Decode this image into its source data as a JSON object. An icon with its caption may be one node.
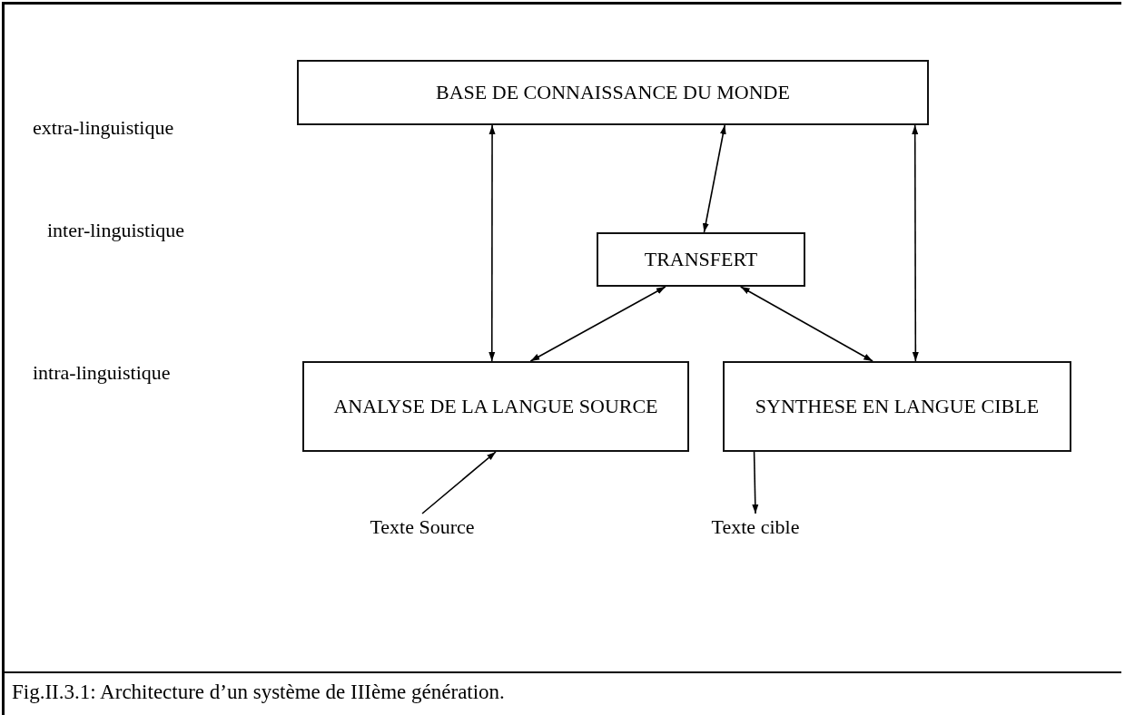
{
  "diagram": {
    "caption": "Fig.II.3.1: Architecture d’un système de IIIème génération.",
    "nodes": [
      {
        "text": [
          "BASE DE CONNAISSANCE DU MONDE"
        ]
      },
      {
        "text": [
          "TRANSFERT"
        ]
      },
      {
        "text": [
          "ANALYSE DE LA LANGUE SOURCE"
        ]
      },
      {
        "text": [
          "SYNTHESE EN LANGUE CIBLE"
        ]
      },
      {
        "text": [
          "Texte Source"
        ]
      },
      {
        "text": [
          "Texte cible"
        ]
      }
    ],
    "edges": [
      {
        "from": 0,
        "to": 2,
        "arrow": "both"
      },
      {
        "from": 0,
        "to": 1,
        "arrow": "both"
      },
      {
        "from": 0,
        "to": 3,
        "arrow": "both"
      },
      {
        "from": 1,
        "to": 2,
        "arrow": "both"
      },
      {
        "from": 1,
        "to": 3,
        "arrow": "both"
      },
      {
        "from": 4,
        "to": 2,
        "arrow": "to"
      },
      {
        "from": 3,
        "to": 5,
        "arrow": "to"
      }
    ],
    "labels": [
      "extra-linguistique",
      "inter-linguistique",
      "intra-linguistique"
    ]
  }
}
